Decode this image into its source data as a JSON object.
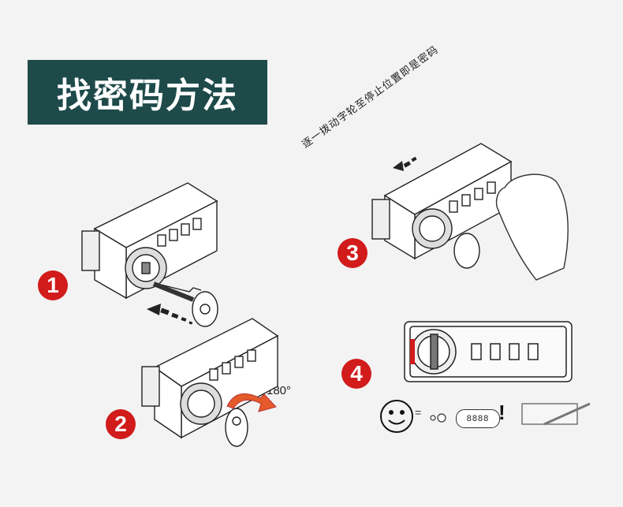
{
  "header": {
    "title": "找密码方法"
  },
  "steps": [
    {
      "number": "1"
    },
    {
      "number": "2",
      "rotation_label": "180°"
    },
    {
      "number": "3",
      "caption": "逐一拨动字轮至停止位置即是密码"
    },
    {
      "number": "4"
    }
  ],
  "step4": {
    "equals": "=",
    "code": "8888",
    "exclaim": "!"
  },
  "colors": {
    "header_bg": "#1e4a4a",
    "badge": "#d21b1b",
    "arrow": "#e55a2b"
  }
}
